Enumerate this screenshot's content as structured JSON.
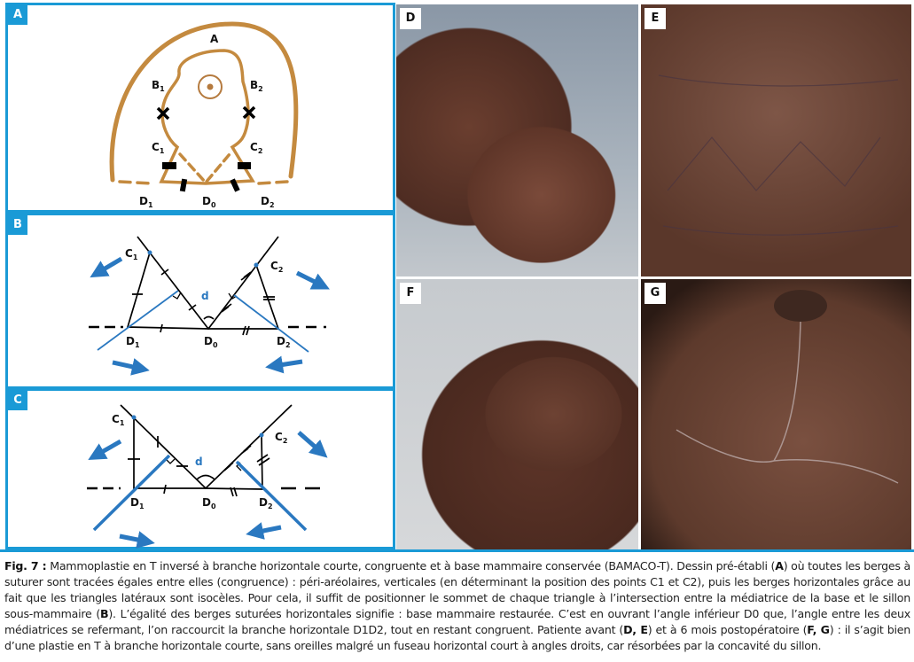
{
  "panels": {
    "A": {
      "label": "A",
      "points": {
        "A": "A",
        "B1": "B",
        "B1_sub": "1",
        "B2": "B",
        "B2_sub": "2",
        "C1": "C",
        "C1_sub": "1",
        "C2": "C",
        "C2_sub": "2",
        "D1": "D",
        "D1_sub": "1",
        "D0": "D",
        "D0_sub": "0",
        "D2": "D",
        "D2_sub": "2"
      }
    },
    "B": {
      "label": "B",
      "points": {
        "C1": "C",
        "C1_sub": "1",
        "C2": "C",
        "C2_sub": "2",
        "D1": "D",
        "D1_sub": "1",
        "D0": "D",
        "D0_sub": "0",
        "D2": "D",
        "D2_sub": "2",
        "d": "d"
      }
    },
    "C": {
      "label": "C",
      "points": {
        "C1": "C",
        "C1_sub": "1",
        "C2": "C",
        "C2_sub": "2",
        "D1": "D",
        "D1_sub": "1",
        "D0": "D",
        "D0_sub": "0",
        "D2": "D",
        "D2_sub": "2",
        "d": "d"
      }
    },
    "D": {
      "label": "D"
    },
    "E": {
      "label": "E"
    },
    "F": {
      "label": "F"
    },
    "G": {
      "label": "G"
    }
  },
  "colors": {
    "accent_blue": "#1a9ad6",
    "diagram_blue": "#2a78c0",
    "drawing_tan": "#c48a3f"
  },
  "caption": {
    "fig_label": "Fig. 7 :",
    "t1": " Mammoplastie en T inversé à branche horizontale courte, congruente et à base mammaire conservée (BAMACO-T). Dessin pré-établi (",
    "b1": "A",
    "t2": ") où toutes les berges à suturer sont tracées égales entre elles (congruence) : péri-aréolaires, verticales (en déterminant la position des points C1 et C2), puis les berges horizontales grâce au fait que les triangles latéraux sont isocèles. Pour cela, il suffit de positionner le sommet de chaque triangle à l’intersection entre la médiatrice de la base et le sillon sous-mammaire (",
    "b2": "B",
    "t3": "). L’égalité des berges suturées horizontales signifie : base mammaire restaurée. C’est en ouvrant l’angle inférieur D0 que, l’angle entre les deux médiatrices se refermant, l’on raccourcit la branche horizontale D1D2, tout en restant congruent. Patiente avant (",
    "b3": "D, E",
    "t4": ") et à 6 mois postopératoire (",
    "b4": "F, G",
    "t5": ") : il s’agit bien d’une plastie en T à branche horizontale courte, sans oreilles malgré un fuseau horizontal court à angles droits, car résorbées par la concavité du sillon."
  }
}
